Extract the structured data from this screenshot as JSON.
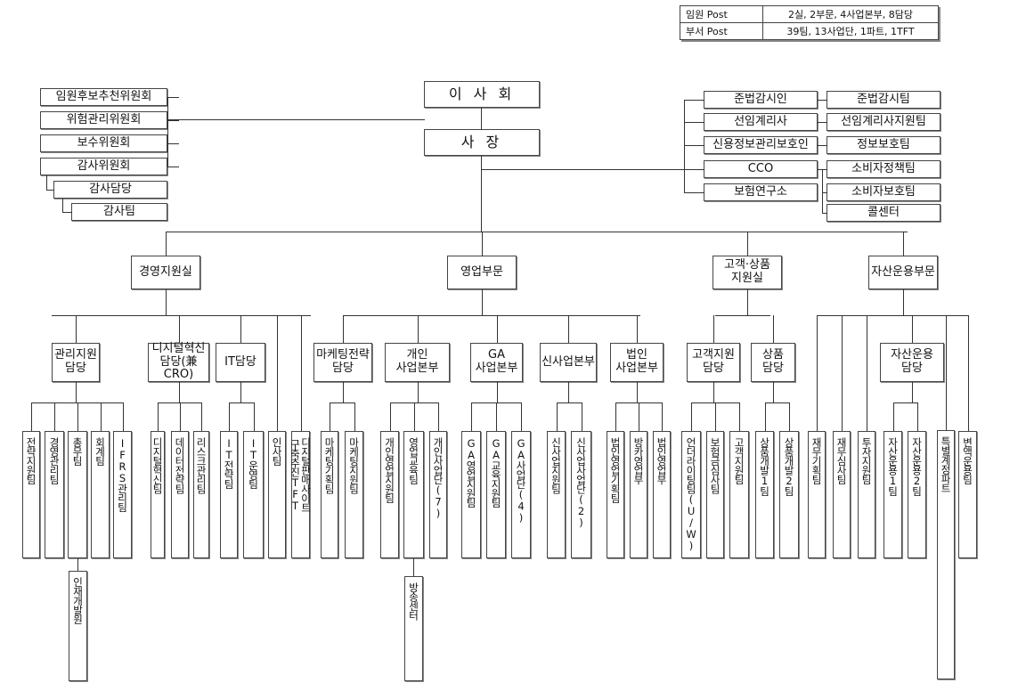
{
  "stats": [
    {
      "label": "임원 Post",
      "value": "2실, 2부문, 4사업본부, 8담당"
    },
    {
      "label": "부서 Post",
      "value": "39팀, 13사업단, 1파트, 1TFT"
    }
  ],
  "top": {
    "board": "이 사 회",
    "ceo": "사  장"
  },
  "committees": [
    "임원후보추천위원회",
    "위험관리위원회",
    "보수위원회",
    "감사위원회"
  ],
  "audit": [
    "감사담당",
    "감사팀"
  ],
  "compliance": [
    {
      "left": "준법감시인",
      "right": "준법감시팀"
    },
    {
      "left": "선임계리사",
      "right": "선임계리사지원팀"
    },
    {
      "left": "신용정보관리보호인",
      "right": "정보보호팀"
    },
    {
      "left": "CCO",
      "right": "소비자정책팀"
    },
    {
      "left": "보험연구소",
      "right": "소비자보호팀"
    },
    {
      "left": "",
      "right": "콜센터"
    }
  ],
  "divisions": [
    {
      "name": "경영지원실"
    },
    {
      "name": "영업부문"
    },
    {
      "name": "고객·상품\n지원실"
    },
    {
      "name": "자산운용부문"
    }
  ],
  "subgroups": [
    {
      "name": "관리지원\n담당",
      "teams": [
        "전략지원팀",
        "경영관리팀",
        "총무팀",
        "회계팀",
        "IFRS관리팀"
      ]
    },
    {
      "name": "디지털혁신\n담당(兼CRO)",
      "teams": [
        "디지털혁신팀",
        "데이터전략팀",
        "리스크관리팀"
      ]
    },
    {
      "name": "IT담당",
      "teams": [
        "IT전략팀",
        "IT운영팀"
      ]
    },
    {
      "name": "",
      "teams": [
        "인사팀"
      ]
    },
    {
      "name": "",
      "teams": [
        "디지털판매사이트\n구축추진TFT"
      ]
    },
    {
      "name": "마케팅전략\n담당",
      "teams": [
        "마케팅기획팀",
        "마케팅지원팀"
      ]
    },
    {
      "name": "개인\n사업본부",
      "teams": [
        "개인영업지원팀",
        "영업교육팀",
        "개인사업단(7)"
      ]
    },
    {
      "name": "GA\n사업본부",
      "teams": [
        "GA영업지원팀",
        "GA교육지원팀",
        "GA사업단(4)"
      ]
    },
    {
      "name": "신사업본부",
      "teams": [
        "신사업지원팀",
        "신사업사업단(2)"
      ]
    },
    {
      "name": "법인\n사업본부",
      "teams": [
        "법인영업기획팀",
        "방카영업부",
        "법인영업부"
      ]
    },
    {
      "name": "고객지원\n담당",
      "teams": [
        "언더라이팅팀(U/W)",
        "보험금심사팀",
        "고객지원팀"
      ]
    },
    {
      "name": "상품\n담당",
      "teams": [
        "상품개발1팀",
        "상품개발2팀"
      ]
    },
    {
      "name": "",
      "teams": [
        "재무기획팀"
      ]
    },
    {
      "name": "",
      "teams": [
        "재무심사팀"
      ]
    },
    {
      "name": "",
      "teams": [
        "투자지원팀"
      ]
    },
    {
      "name": "자산운용\n담당",
      "teams": [
        "자산운용1팀",
        "자산운용2팀"
      ]
    },
    {
      "name": "",
      "teams": [
        "특별계정파트"
      ]
    },
    {
      "name": "",
      "teams": [
        "변액운용팀"
      ]
    }
  ],
  "subunits": {
    "hr_dev": "인재개발원",
    "broadcast": "방송센터"
  }
}
